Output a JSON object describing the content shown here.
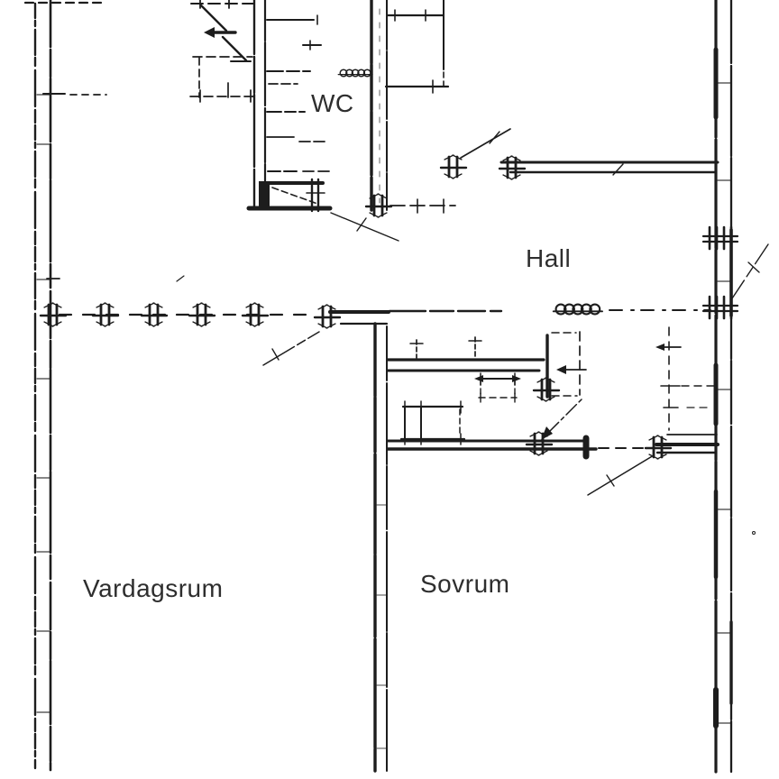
{
  "document": {
    "type": "scanned-floor-plan",
    "language": "sv"
  },
  "colors": {
    "ink": "#1d1d1d",
    "paper": "#ffffff",
    "label_text": "#2e2e2e"
  },
  "rooms": [
    {
      "id": "wc",
      "label": "WC"
    },
    {
      "id": "hall",
      "label": "Hall"
    },
    {
      "id": "vardagsrum",
      "label": "Vardagsrum"
    },
    {
      "id": "sovrum",
      "label": "Sovrum"
    }
  ],
  "symbols": {
    "wall_post_hash": "double-tick post symbol on demolished wall line",
    "coil_squiggle": "looped coil mark (radiator/pipe)",
    "door_leaf": "diagonal door swing stroke",
    "leader_arrow": "thin annotation leader with cross tick"
  }
}
